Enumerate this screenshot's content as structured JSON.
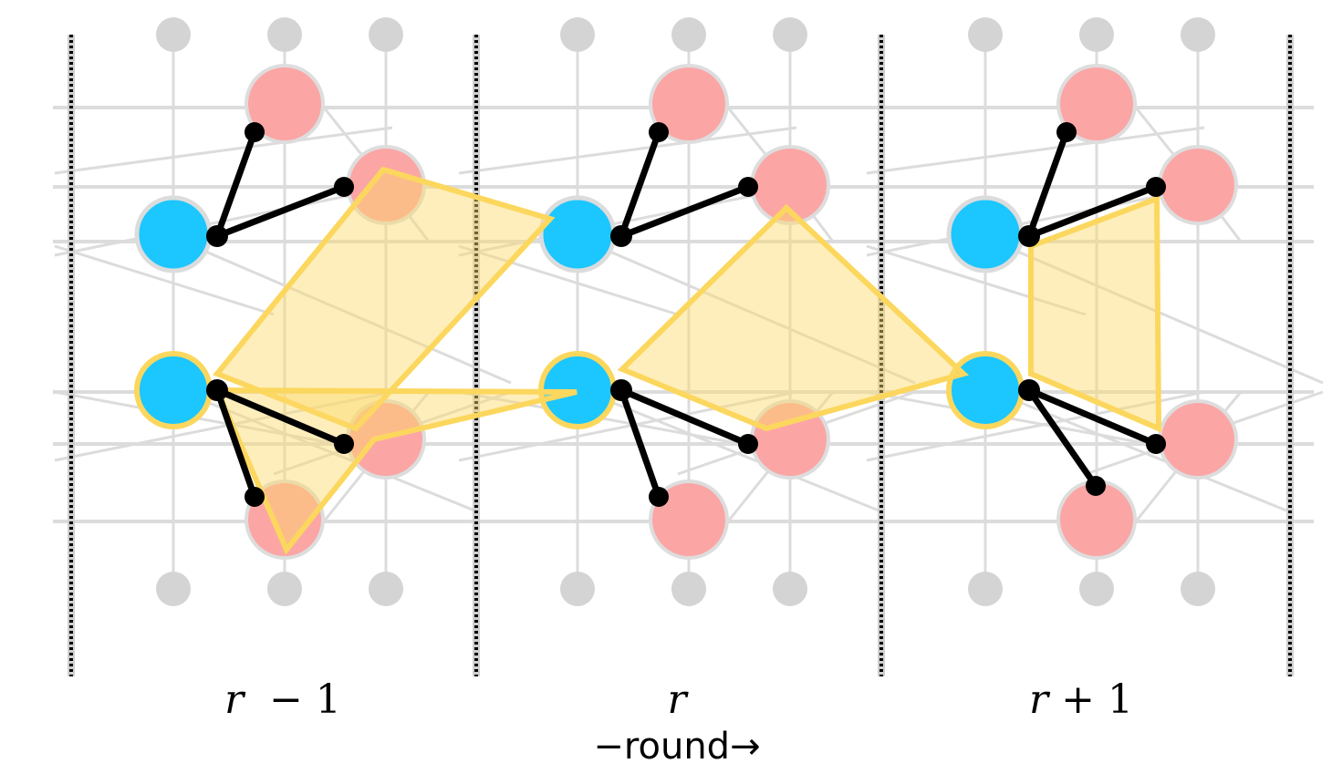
{
  "round_labels": [
    {
      "var": "r",
      "rest": "  − 1"
    },
    {
      "var": "r",
      "rest": ""
    },
    {
      "var": "r",
      "rest": " + 1"
    }
  ],
  "axis_label": "−round→",
  "colors": {
    "client_node": "#1cc6ff",
    "server_node": "#fca5a5",
    "inactive_node": "#d4d4d4",
    "grid_line": "#dcdcdc",
    "highlight_fill": "#fcd96a",
    "highlight_stroke": "#fcd75e",
    "edge": "#000000",
    "separator": "#000000"
  }
}
